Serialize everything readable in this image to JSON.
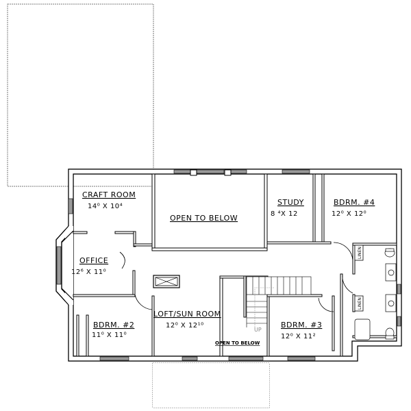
{
  "plan": {
    "rooms": [
      {
        "id": "craft-room",
        "name": "CRAFT ROOM",
        "dims": "14⁰ X 10⁴"
      },
      {
        "id": "open-to-below-top",
        "name": "OPEN TO BELOW",
        "dims": ""
      },
      {
        "id": "study",
        "name": "STUDY",
        "dims": "8 ⁴X 12"
      },
      {
        "id": "bdrm-4",
        "name": "BDRM. #4",
        "dims": "12⁰ X 12⁰"
      },
      {
        "id": "office",
        "name": "OFFICE",
        "dims": "12⁶ X 11⁰"
      },
      {
        "id": "bdrm-2",
        "name": "BDRM. #2",
        "dims": "11⁰ X 11⁰"
      },
      {
        "id": "loft-sun-room",
        "name": "LOFT/SUN ROOM",
        "dims": "12⁰ X 12¹⁰"
      },
      {
        "id": "open-to-below-stair",
        "name": "OPEN TO BELOW",
        "dims": ""
      },
      {
        "id": "bdrm-3",
        "name": "BDRM. #3",
        "dims": "12⁰ X 11²"
      }
    ],
    "labels": {
      "linen_1": "LINEN",
      "linen_2": "LINEN",
      "stair_up": "UP"
    },
    "colors": {
      "wall": "#000000",
      "window_fill": "#9a9a9a",
      "dashed_outline": "#777777",
      "background": "#ffffff"
    }
  }
}
